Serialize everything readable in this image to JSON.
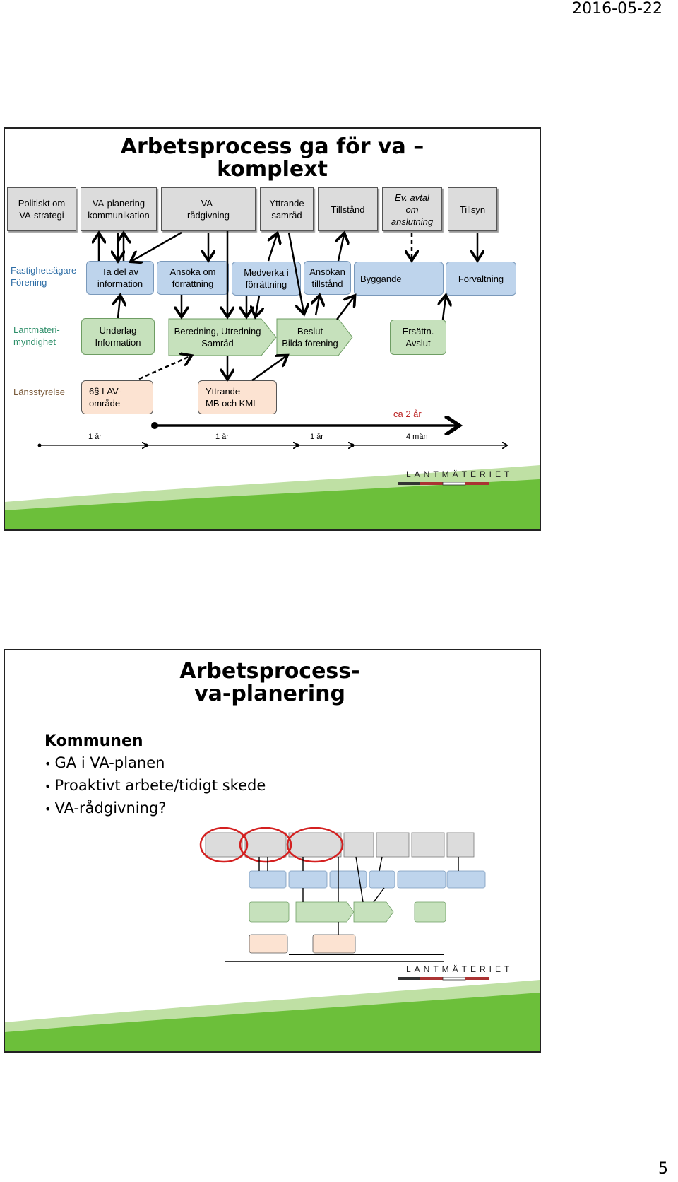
{
  "header": {
    "date": "2016-05-22"
  },
  "page_number": "5",
  "slide1": {
    "title_line1": "Arbetsprocess ga för va –",
    "title_line2": "komplext",
    "top_row": [
      "Politiskt om\nVA-strategi",
      "VA-planering\nkommunikation",
      "VA-\nrådgivning",
      "Yttrande\nsamråd",
      "Tillstånd",
      "Ev. avtal\nom\nanslutning",
      "Tillsyn"
    ],
    "row_labels": {
      "fastighet": "Fastighetsägare\nFörening",
      "lantmateri": "Lantmäteri-\nmyndighet",
      "lansstyrelse": "Länsstyrelse"
    },
    "blue_row": [
      "Ta del av\ninformation",
      "Ansöka om\nförrättning",
      "Medverka i\nförrättning",
      "Ansökan\ntillstånd",
      "Byggande",
      "Förvaltning"
    ],
    "green_row": [
      "Underlag\nInformation",
      "Beredning, Utredning\nSamråd",
      "Beslut\nBilda förening",
      "Ersättn.\nAvslut"
    ],
    "peach_row": [
      "6§ LAV-\nområde",
      "Yttrande\nMB och KML"
    ],
    "duration_note": "ca 2 år",
    "timeline": [
      "1 år",
      "1 år",
      "1 år",
      "4 mån"
    ],
    "logo": "LANTMÄTERIET",
    "colors": {
      "blue_box": "#bed4ec",
      "green_box": "#c6e1bc",
      "peach_box": "#fce3d2",
      "brand_green": "#6cbf3a",
      "label_blue": "#2e6ea6",
      "label_green": "#2f8f6a",
      "label_brown": "#7a5a3a"
    }
  },
  "slide2": {
    "title_line1": "Arbetsprocess-",
    "title_line2": "va-planering",
    "heading": "Kommunen",
    "bullets": [
      "GA i VA-planen",
      "Proaktivt arbete/tidigt skede",
      "VA-rådgivning?"
    ],
    "logo": "LANTMÄTERIET"
  }
}
